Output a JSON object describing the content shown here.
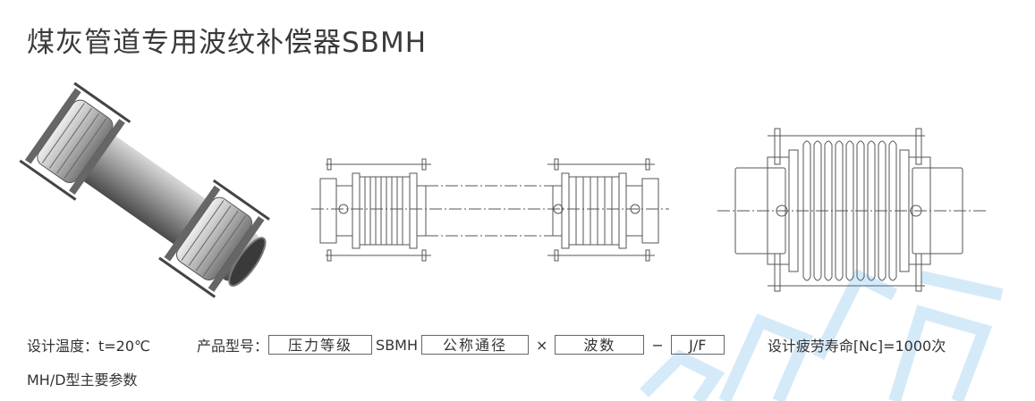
{
  "title": "煤灰管道专用波纹补偿器SBMH",
  "specs": {
    "design_temp": "设计温度：t=20℃",
    "model_label": "产品型号：",
    "box_pressure": "压力等级",
    "series_code": "SBMH",
    "box_dn": "公称通径",
    "times": "×",
    "box_waves": "波数",
    "dash": "−",
    "box_jf": "J/F",
    "fatigue_life": "设计疲劳寿命[Nc]=1000次"
  },
  "subtitle": "MH/D型主要参数",
  "colors": {
    "text": "#333333",
    "line": "#555555",
    "watermark": "#1e90e0"
  }
}
